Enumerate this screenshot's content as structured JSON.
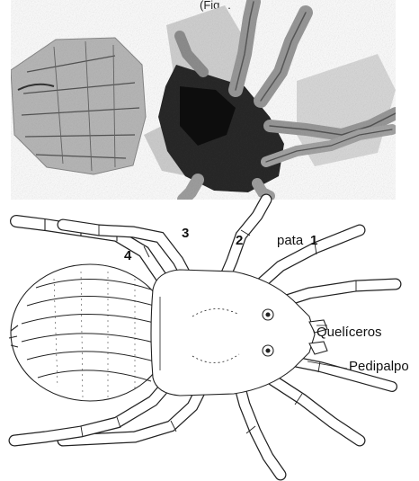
{
  "figure": {
    "top_caption_fragment": "(Fig…",
    "leg_numbers": {
      "leg1": "1",
      "leg2": "2",
      "leg3": "3",
      "leg4": "4"
    },
    "labels": {
      "pata": "pata",
      "queliceros": "Quelíceros",
      "pedipalpo": "Pedipalpo"
    }
  }
}
